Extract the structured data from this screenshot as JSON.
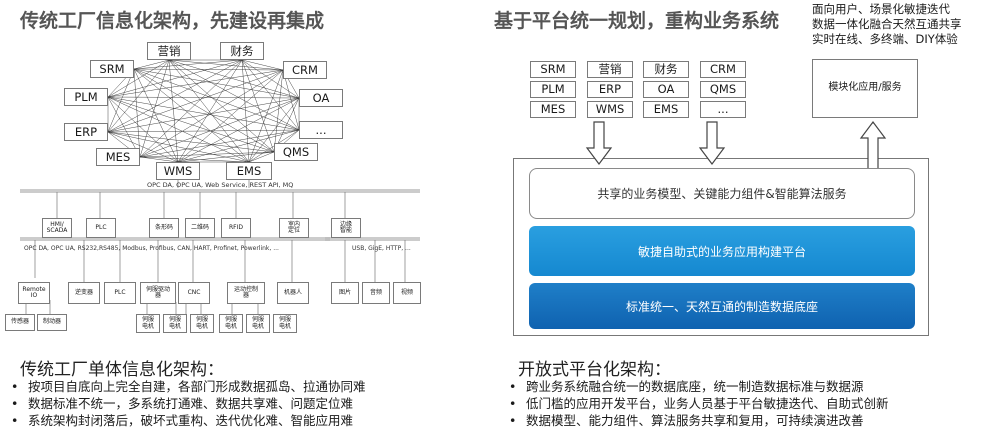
{
  "left": {
    "title": "传统工厂信息化架构，先建设再集成",
    "nodes": {
      "marketing": "营销",
      "finance": "财务",
      "srm": "SRM",
      "crm": "CRM",
      "plm": "PLM",
      "oa": "OA",
      "erp": "ERP",
      "more": "...",
      "mes": "MES",
      "qms": "QMS",
      "wms": "WMS",
      "ems": "EMS"
    },
    "bus1": "OPC DA, OPC UA, Web Service, REST API, MQ",
    "bus2": "OPC DA, OPC UA, RS232,RS485, Modbus, Profibus, CAN, HART, Profinet, Powerlink, ...",
    "bus3": "USB, GigE, HTTP, ...",
    "tier1": [
      "HMI/\nSCADA",
      "PLC",
      "条形码",
      "二维码",
      "RFID",
      "室内\n定位",
      "边缘\n智能"
    ],
    "tier2": [
      "Remote\nIO",
      "逆变器",
      "PLC",
      "伺服驱动\n器",
      "CNC",
      "运动控制\n器",
      "机器人",
      "图片",
      "音频",
      "视频"
    ],
    "tier3": [
      "传感器",
      "制动器",
      "伺服\n电机",
      "伺服\n电机",
      "伺服\n电机",
      "伺服\n电机",
      "伺服\n电机",
      "伺服\n电机"
    ],
    "heading": "传统工厂单体信息化架构：",
    "bullets": [
      "按项目自底向上完全自建，各部门形成数据孤岛、拉通协同难",
      "数据标准不统一，多系统打通难、数据共享难、问题定位难",
      "系统架构封闭落后，破坏式重构、迭代优化难、智能应用难"
    ]
  },
  "right": {
    "title": "基于平台统一规划，重构业务系统",
    "side_lines": [
      "面向用户、场景化敏捷迭代",
      "数据一体化融合天然互通共享",
      "实时在线、多终端、DIY体验"
    ],
    "systems": [
      "SRM",
      "营销",
      "财务",
      "CRM",
      "PLM",
      "ERP",
      "OA",
      "QMS",
      "MES",
      "WMS",
      "EMS",
      "..."
    ],
    "module_box": "模块化应用/服务",
    "layer1": "共享的业务模型、关键能力组件&智能算法服务",
    "layer2": "敏捷自助式的业务应用构建平台",
    "layer3": "标准统一、天然互通的制造数据底座",
    "heading": "开放式平台化架构：",
    "bullets": [
      "跨业务系统融合统一的数据底座，统一制造数据标准与数据源",
      "低门槛的应用开发平台，业务人员基于平台敏捷迭代、自助式创新",
      "数据模型、能力组件、算法服务共享和复用，可持续演进改善"
    ]
  },
  "colors": {
    "blue_mid": "#1a8ed6",
    "blue_dark": "#1466b4",
    "title_gray": "#555555"
  }
}
